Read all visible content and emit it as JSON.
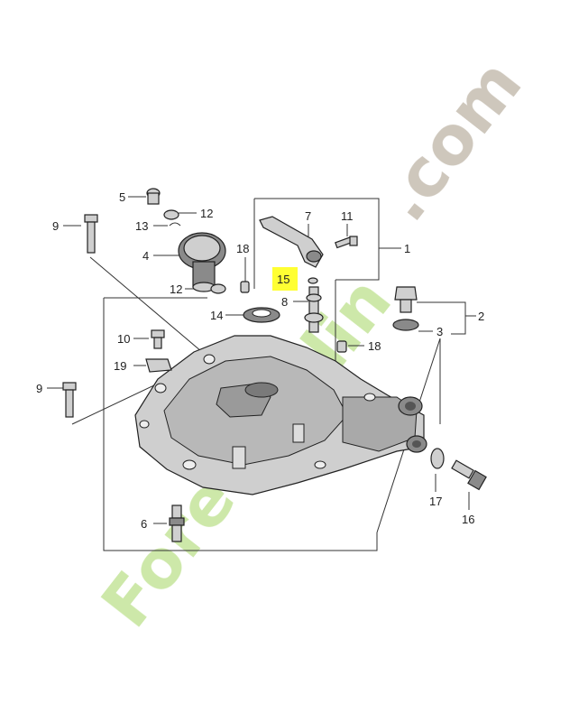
{
  "callouts": {
    "c1": "1",
    "c2": "2",
    "c3": "3",
    "c4": "4",
    "c5": "5",
    "c6": "6",
    "c7": "7",
    "c8": "8",
    "c9a": "9",
    "c9b": "9",
    "c10": "10",
    "c11": "11",
    "c12a": "12",
    "c12b": "12",
    "c13": "13",
    "c14": "14",
    "c15": "15",
    "c16": "16",
    "c17": "17",
    "c18a": "18",
    "c18b": "18",
    "c19": "19"
  },
  "watermark": {
    "text_main": "ForetJardin",
    "text_suffix": ".com",
    "color_green": "#c8e6a0",
    "color_gray": "#c9c1b5"
  },
  "highlight_color": "#ffff33"
}
